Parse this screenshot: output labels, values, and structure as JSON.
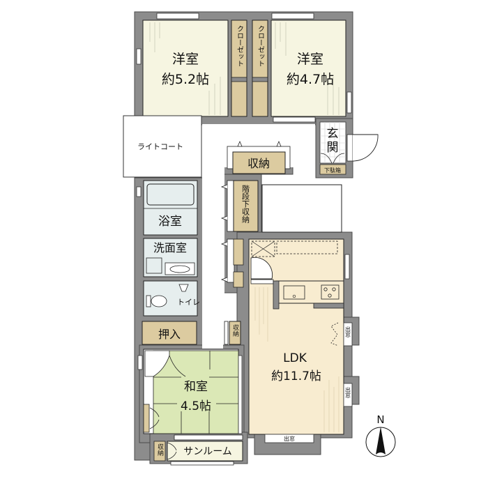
{
  "floorplan": {
    "colors": {
      "wall": "#8c8c8c",
      "wall_outline": "#4a4a4a",
      "western_floor": "#f6f5e1",
      "storage": "#dccba0",
      "wet_area": "#e6eeee",
      "tatami": "#dbe8b6",
      "ldk_floor": "#f8ecd0",
      "sunroom": "#f6f5e1",
      "hall": "#ffffff"
    },
    "rooms": {
      "bedroom1": {
        "name": "洋室",
        "size": "約5.2帖"
      },
      "bedroom2": {
        "name": "洋室",
        "size": "約4.7帖"
      },
      "closet1": {
        "label": "クローゼット"
      },
      "closet2": {
        "label": "クローゼット"
      },
      "light_court": {
        "label": "ライトコート"
      },
      "entrance": {
        "label1": "玄",
        "label2": "関"
      },
      "shoe_cabinet": {
        "label": "下駄箱"
      },
      "storage_main": {
        "label": "収納"
      },
      "under_stairs_storage": {
        "label": "階段下収納"
      },
      "bathroom": {
        "label": "浴室"
      },
      "washroom": {
        "label": "洗面室"
      },
      "toilet": {
        "label": "トイレ"
      },
      "oshiire": {
        "label": "押入"
      },
      "small_storage": {
        "label": "収納"
      },
      "ldk": {
        "name": "LDK",
        "size": "約11.7帖"
      },
      "washitsu": {
        "name": "和室",
        "size": "4.5帖"
      },
      "sunroom": {
        "label": "サンルーム"
      },
      "sunroom_storage": {
        "label": "収納"
      }
    },
    "windows": {
      "bay_window_1": "出窓",
      "bay_window_2": "出窓",
      "bay_window_bottom": "出窓"
    },
    "compass": {
      "label": "N"
    }
  }
}
